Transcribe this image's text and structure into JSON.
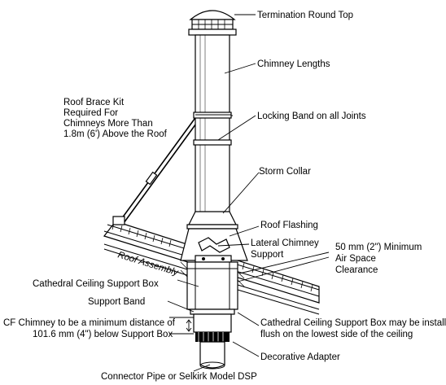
{
  "labels": {
    "termination_round_top": "Termination Round Top",
    "chimney_lengths": "Chimney Lengths",
    "locking_band": "Locking Band on all Joints",
    "roof_brace_1": "Roof Brace Kit",
    "roof_brace_2": "Required For",
    "roof_brace_3": "Chimneys More Than",
    "roof_brace_4": "1.8m (6') Above the Roof",
    "storm_collar": "Storm Collar",
    "roof_flashing": "Roof Flashing",
    "lateral_support_1": "Lateral Chimney",
    "lateral_support_2": "Support",
    "roof_assembly": "Roof Assembly",
    "clearance_1": "50 mm (2\") Minimum",
    "clearance_2": "Air Space",
    "clearance_3": "Clearance",
    "cathedral_support_box": "Cathedral Ceiling Support Box",
    "support_band": "Support Band",
    "cf_chimney_1": "CF Chimney to be a minimum distance of",
    "cf_chimney_2": "101.6 mm (4\") below Support Box",
    "install_note_1": "Cathedral Ceiling Support Box may be installed",
    "install_note_2": "flush on the lowest side of the ceiling",
    "decorative_adapter": "Decorative Adapter",
    "connector_pipe": "Connector Pipe or Selkirk Model DSP"
  }
}
